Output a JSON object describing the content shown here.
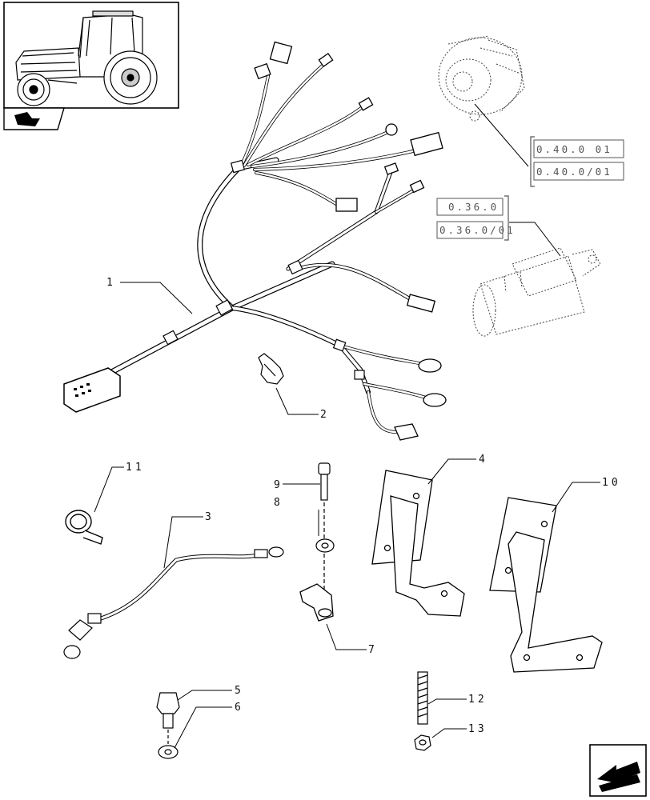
{
  "callouts": [
    "1",
    "2",
    "3",
    "4",
    "5",
    "6",
    "7",
    "8",
    "9",
    "10",
    "11",
    "12",
    "13"
  ],
  "refs": {
    "alternator": [
      "0.40.0 01",
      "0.40.0/01"
    ],
    "starter": [
      "0.36.0",
      "0.36.0/01"
    ]
  },
  "icons": {
    "nav_top": "page-turn-icon",
    "nav_bottom": "next-page-arrow-icon"
  }
}
